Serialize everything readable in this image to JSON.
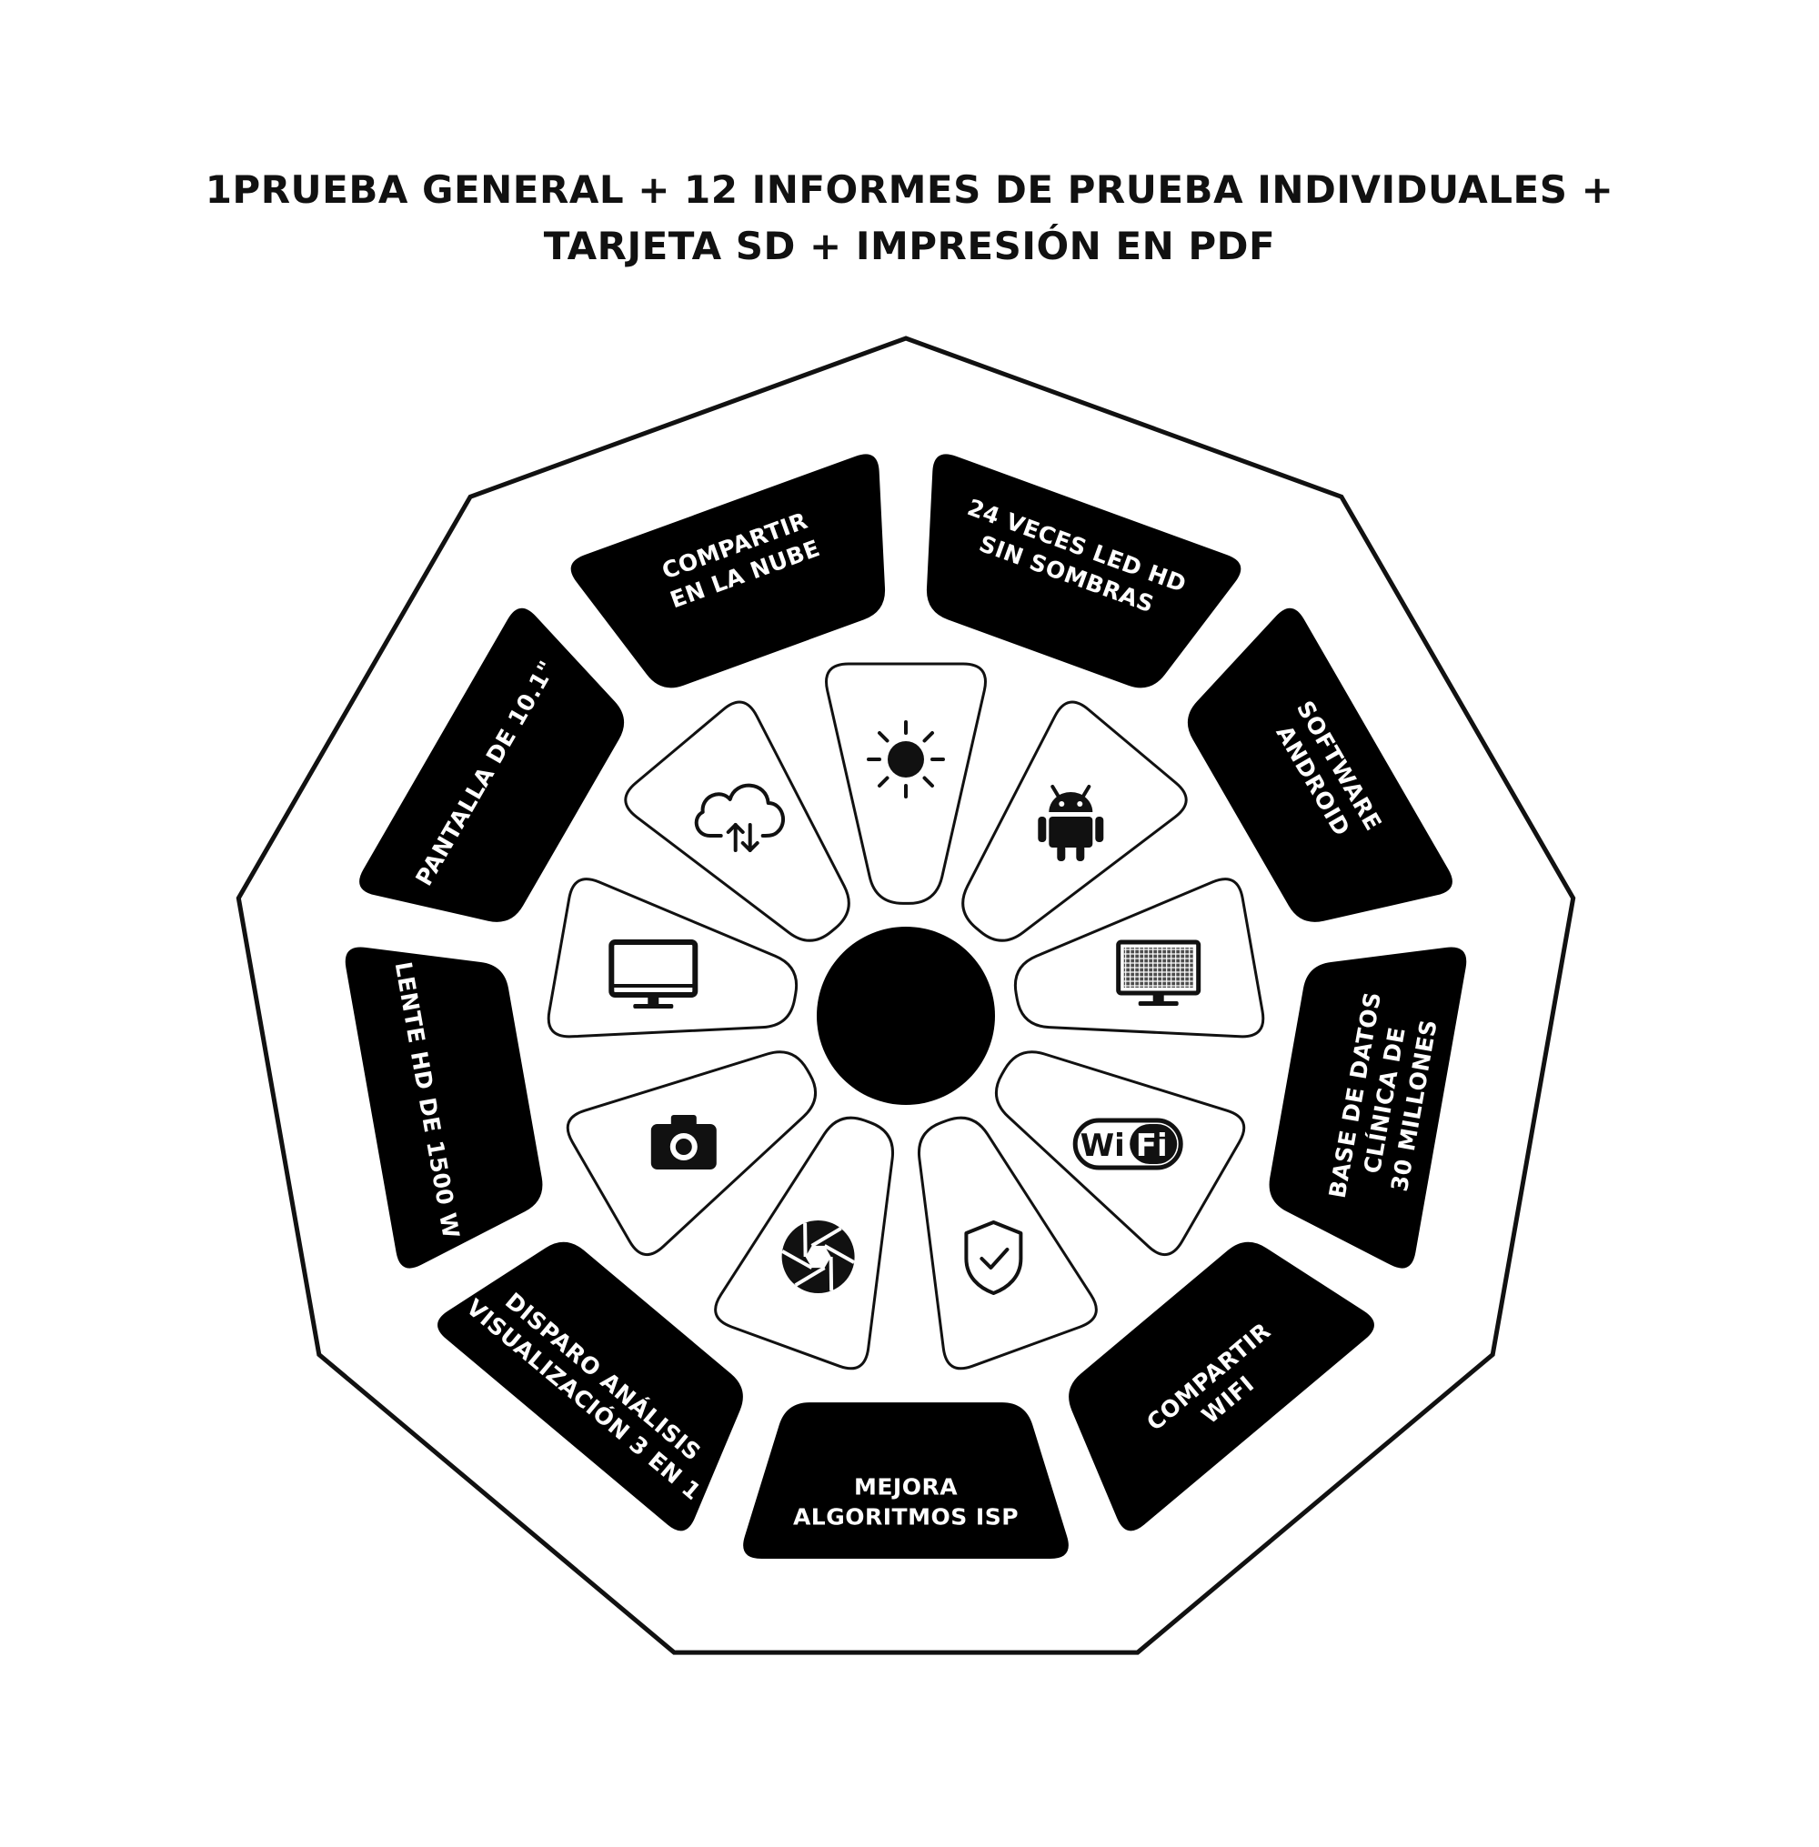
{
  "title": {
    "line1": "1PRUEBA GENERAL + 12 INFORMES DE PRUEBA INDIVIDUALES +",
    "line2": "TARJETA SD + IMPRESIÓN EN PDF"
  },
  "segments": [
    {
      "lines": [
        "24 VECES LED HD",
        "SIN SOMBRAS"
      ]
    },
    {
      "lines": [
        "SOFTWARE",
        "ANDROID"
      ]
    },
    {
      "lines": [
        "BASE DE DATOS",
        "CLÍNICA DE",
        "30 MILLONES"
      ]
    },
    {
      "lines": [
        "COMPARTIR",
        "WIFI"
      ]
    },
    {
      "lines": [
        "MEJORA",
        "ALGORITMOS ISP"
      ]
    },
    {
      "lines": [
        "DISPARO ANÁLISIS",
        "VISUALIZACIÓN 3 EN 1"
      ]
    },
    {
      "lines": [
        "LENTE HD DE 1500 W"
      ]
    },
    {
      "lines": [
        "PANTALLA DE 10.1\""
      ]
    },
    {
      "lines": [
        "COMPARTIR",
        "EN LA NUBE"
      ]
    }
  ],
  "icons": [
    "sun-icon",
    "android-icon",
    "monitor-icon",
    "wifi-icon",
    "shield-check-icon",
    "aperture-icon",
    "camera-icon",
    "desktop-icon",
    "cloud-sync-icon"
  ],
  "wifi_badge": {
    "left": "Wi",
    "right": "Fi"
  }
}
